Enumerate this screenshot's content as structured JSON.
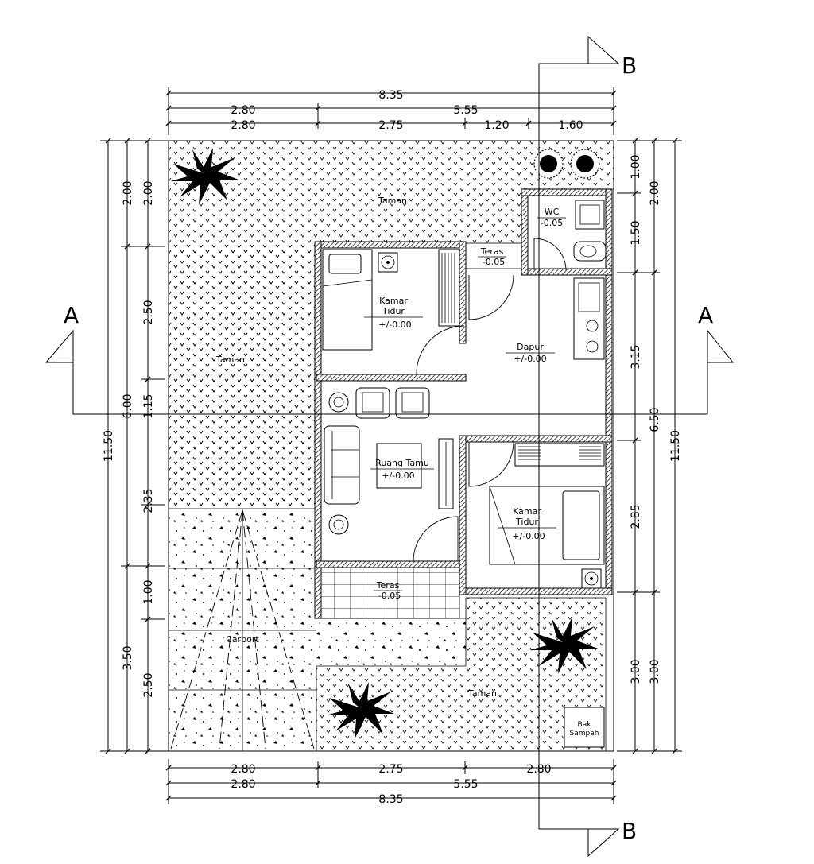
{
  "dimensions": {
    "top": {
      "total": "8.35",
      "row2": [
        "2.80",
        "5.55"
      ],
      "row3": [
        "2.80",
        "2.75",
        "1.20",
        "1.60"
      ]
    },
    "bottom": {
      "row1": [
        "2.80",
        "2.75",
        "2.80"
      ],
      "row2": [
        "2.80",
        "5.55"
      ],
      "total": "8.35"
    },
    "left": {
      "total": "11.50",
      "col2": [
        "2.00",
        "6.00",
        "3.50"
      ],
      "col3": [
        "2.00",
        "2.50",
        "1.15",
        "2.35",
        "1.00",
        "2.50"
      ]
    },
    "right": {
      "col1": [
        "1.00",
        "1.50",
        "3.15",
        "2.85",
        "3.00"
      ],
      "col2": [
        "2.00",
        "6.50",
        "3.00"
      ],
      "total": "11.50"
    }
  },
  "section_markers": {
    "a_left": "A",
    "a_right": "A",
    "b_top": "B",
    "b_bottom": "B"
  },
  "rooms": {
    "taman_top": "Taman",
    "taman_left": "Taman",
    "taman_bottom": "Taman",
    "wc": {
      "name": "WC",
      "level": "-0.05"
    },
    "teras_top": {
      "name": "Teras",
      "level": "-0.05"
    },
    "kamar_tidur_1": {
      "name_line1": "Kamar",
      "name_line2": "Tidur",
      "level": "+/-0.00"
    },
    "dapur": {
      "name": "Dapur",
      "level": "+/-0.00"
    },
    "ruang_tamu": {
      "name": "Ruang Tamu",
      "level": "+/-0.00"
    },
    "kamar_tidur_2": {
      "name_line1": "Kamar",
      "name_line2": "Tidur",
      "level": "+/-0.00"
    },
    "teras_bottom": {
      "name": "Teras",
      "level": "-0.05"
    },
    "carport": "Carport",
    "bak_sampah": {
      "line1": "Bak",
      "line2": "Sampah"
    }
  },
  "colors": {
    "line": "#000000",
    "background": "#ffffff"
  }
}
